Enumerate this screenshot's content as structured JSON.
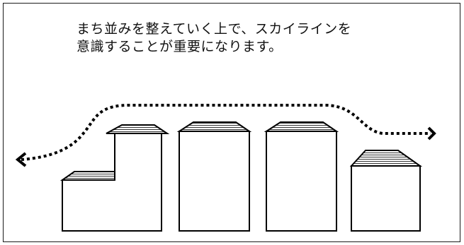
{
  "caption": {
    "line1": "まち並みを整えていく上で、スカイラインを",
    "line2": "意識することが重要になります。"
  },
  "colors": {
    "ink": "#000000",
    "background": "#ffffff",
    "roof_hatching": "#333333"
  },
  "diagram": {
    "buildings": [
      {
        "name": "stepped-building"
      },
      {
        "name": "tall-building-1"
      },
      {
        "name": "tall-building-2"
      },
      {
        "name": "low-building"
      }
    ],
    "skyline_line": {
      "style": "dotted",
      "ends": "arrowheads"
    }
  }
}
